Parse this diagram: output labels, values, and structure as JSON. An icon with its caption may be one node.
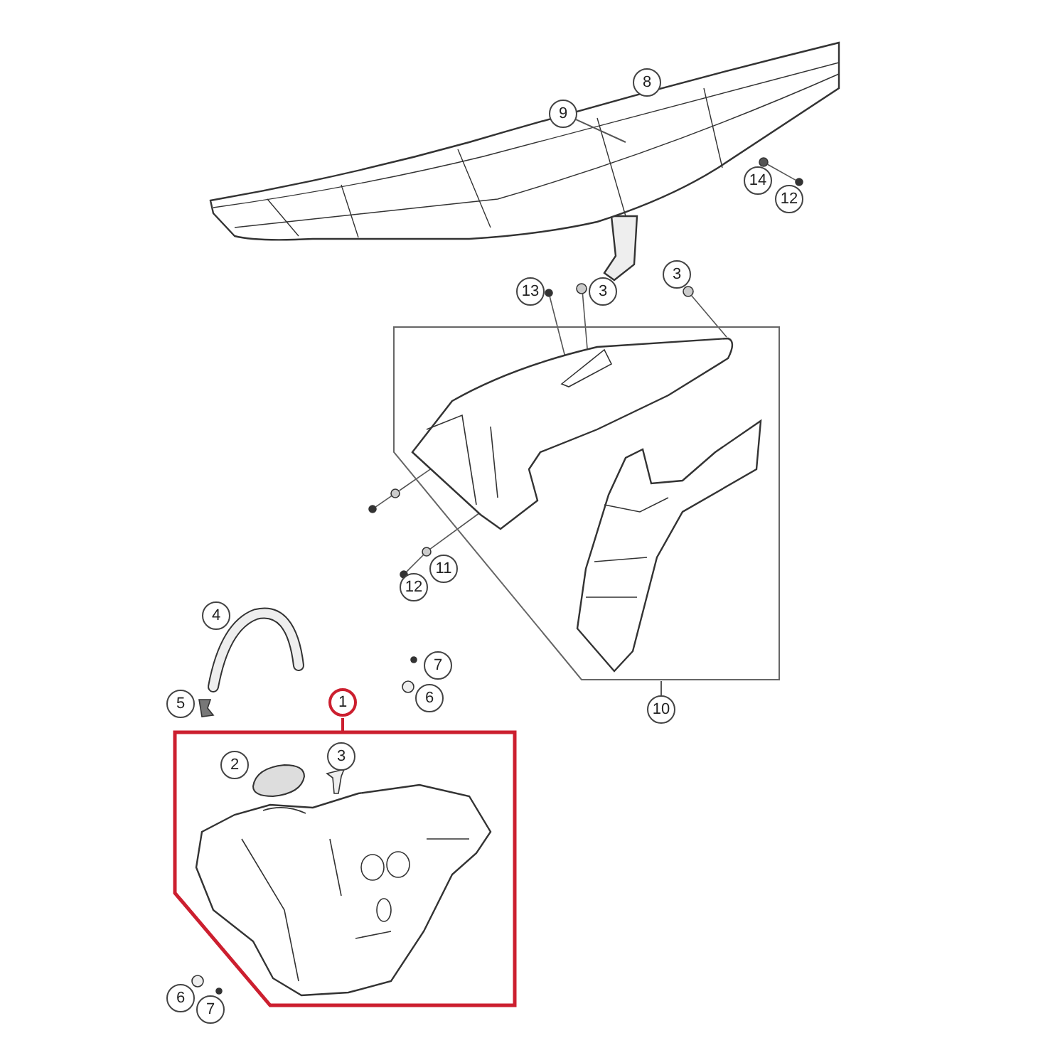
{
  "diagram": {
    "nodes": [
      {
        "text": [
          "8"
        ]
      },
      {
        "text": [
          "9"
        ]
      },
      {
        "text": [],
        "shape": "picture"
      },
      {
        "text": [
          "14"
        ]
      },
      {
        "text": [],
        "shape": "circle"
      },
      {
        "text": [
          "12"
        ]
      },
      {
        "text": [],
        "shape": "circle"
      },
      {
        "text": [
          "13"
        ]
      },
      {
        "text": [],
        "shape": "circle"
      },
      {
        "text": [
          "3"
        ]
      },
      {
        "text": [],
        "shape": "circle"
      },
      {
        "text": [
          "3"
        ]
      },
      {
        "text": [],
        "shape": "circle"
      },
      {
        "text": [],
        "shape": "box"
      },
      {
        "text": [],
        "shape": "picture",
        "in": 13
      },
      {
        "text": [],
        "shape": "picture",
        "in": 13
      },
      {
        "text": [],
        "shape": "circle"
      },
      {
        "text": [],
        "shape": "circle"
      },
      {
        "text": [
          "11"
        ]
      },
      {
        "text": [],
        "shape": "circle"
      },
      {
        "text": [
          "12"
        ]
      },
      {
        "text": [],
        "shape": "circle"
      },
      {
        "text": [
          "4"
        ]
      },
      {
        "text": [
          "7"
        ]
      },
      {
        "text": [
          "6"
        ]
      },
      {
        "text": [
          "5"
        ]
      },
      {
        "text": [
          "10"
        ]
      },
      {
        "text": [
          "1"
        ]
      },
      {
        "text": [],
        "shape": "box"
      },
      {
        "text": [
          "2"
        ],
        "in": 28
      },
      {
        "text": [
          "3"
        ],
        "in": 28
      },
      {
        "text": [],
        "shape": "picture",
        "in": 28
      },
      {
        "text": [
          "6"
        ]
      },
      {
        "text": [
          "7"
        ]
      }
    ],
    "edges": [
      {
        "from": 1,
        "to": 2,
        "arrow": "none"
      },
      {
        "from": 26,
        "to": 13,
        "arrow": "none"
      },
      {
        "from": 27,
        "to": 28,
        "arrow": "none",
        "color": "#cc1f2f"
      },
      {
        "from": 4,
        "to": 6,
        "arrow": "none"
      },
      {
        "from": 8,
        "to": 14,
        "arrow": "none"
      },
      {
        "from": 10,
        "to": 14,
        "arrow": "none"
      },
      {
        "from": 12,
        "to": 14,
        "arrow": "none"
      },
      {
        "from": 17,
        "to": 16,
        "arrow": "none"
      },
      {
        "from": 16,
        "to": 14,
        "arrow": "none"
      },
      {
        "from": 21,
        "to": 19,
        "arrow": "none"
      },
      {
        "from": 19,
        "to": 14,
        "arrow": "none"
      }
    ]
  }
}
